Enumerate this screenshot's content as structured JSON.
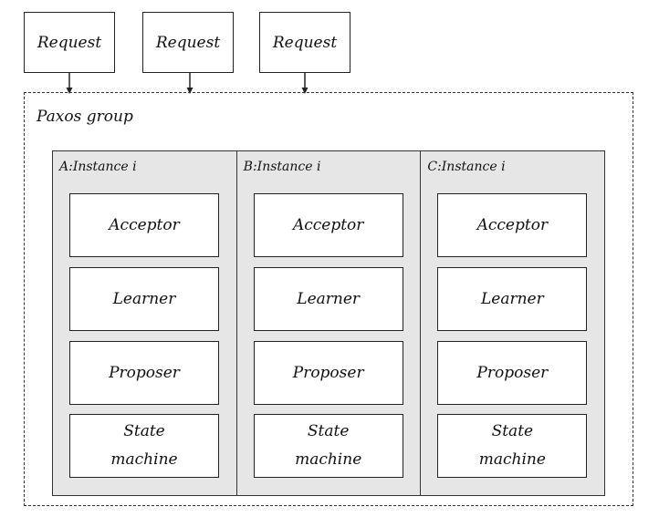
{
  "requests": [
    "Request",
    "Request",
    "Request"
  ],
  "group": {
    "label": "Paxos group"
  },
  "instances": [
    {
      "label": "A:Instance i",
      "roles": [
        "Acceptor",
        "Learner",
        "Proposer"
      ],
      "state_machine": [
        "State",
        "machine"
      ]
    },
    {
      "label": "B:Instance i",
      "roles": [
        "Acceptor",
        "Learner",
        "Proposer"
      ],
      "state_machine": [
        "State",
        "machine"
      ]
    },
    {
      "label": "C:Instance i",
      "roles": [
        "Acceptor",
        "Learner",
        "Proposer"
      ],
      "state_machine": [
        "State",
        "machine"
      ]
    }
  ]
}
